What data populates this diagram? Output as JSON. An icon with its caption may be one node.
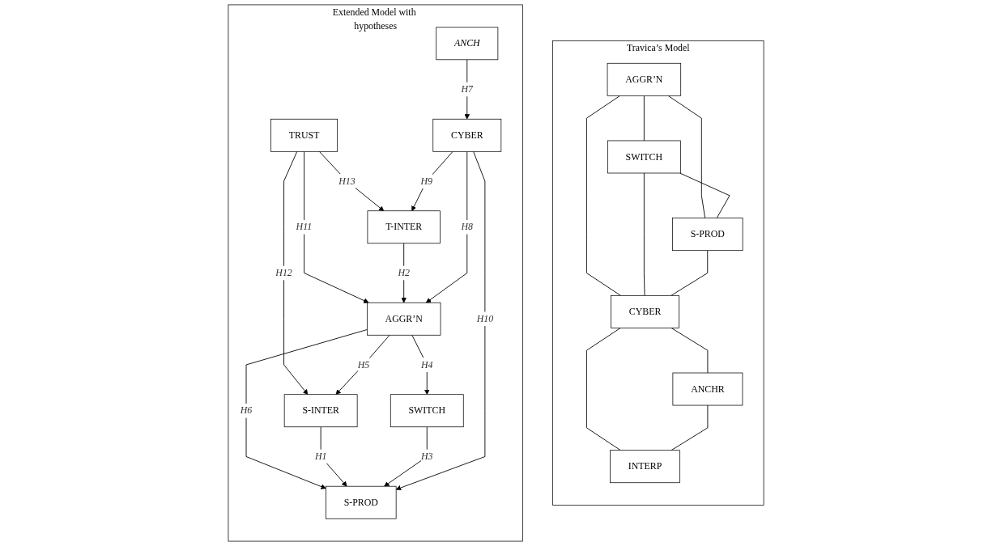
{
  "diagram": {
    "nodes": [
      {
        "text": [
          "Travica’s Model"
        ]
      },
      {
        "text": [
          "AGGR’N"
        ],
        "in": 0
      },
      {
        "text": [
          "SWITCH"
        ],
        "in": 0
      },
      {
        "text": [
          "S-PROD"
        ],
        "in": 0
      },
      {
        "text": [
          "CYBER"
        ],
        "in": 0
      },
      {
        "text": [
          "ANCHR"
        ],
        "in": 0
      },
      {
        "text": [
          "INTERP"
        ],
        "in": 0
      },
      {
        "text": [
          "Extended Model with hypotheses"
        ]
      },
      {
        "text": [
          "TRUST"
        ],
        "in": 7
      },
      {
        "text": [
          "T-INTER"
        ],
        "in": 7
      },
      {
        "text": [
          "AGGR’N"
        ],
        "in": 7
      },
      {
        "text": [
          "S-INTER"
        ],
        "in": 7
      },
      {
        "text": [
          "SWITCH"
        ],
        "in": 7
      },
      {
        "text": [
          "S-PROD"
        ],
        "in": 7
      },
      {
        "text": [
          "CYBER"
        ],
        "in": 7
      },
      {
        "text": [
          "ANCH"
        ],
        "in": 7
      }
    ],
    "edges": [
      {
        "from": 1,
        "to": 2,
        "arrow": "none"
      },
      {
        "from": 1,
        "to": 3,
        "arrow": "none"
      },
      {
        "from": 1,
        "to": 4,
        "arrow": "none"
      },
      {
        "from": 2,
        "to": 3,
        "arrow": "none"
      },
      {
        "from": 2,
        "to": 4,
        "arrow": "none"
      },
      {
        "from": 3,
        "to": 4,
        "arrow": "none"
      },
      {
        "from": 4,
        "to": 5,
        "arrow": "none"
      },
      {
        "from": 4,
        "to": 6,
        "arrow": "none"
      },
      {
        "from": 5,
        "to": 6,
        "arrow": "none"
      },
      {
        "from": 8,
        "to": 9,
        "arrow": "to",
        "label": "H13"
      },
      {
        "from": 8,
        "to": 10,
        "arrow": "to",
        "label": "H11"
      },
      {
        "from": 8,
        "to": 11,
        "arrow": "to",
        "label": "H12"
      },
      {
        "from": 9,
        "to": 10,
        "arrow": "to",
        "label": "H2"
      },
      {
        "from": 10,
        "to": 11,
        "arrow": "to",
        "label": "H5"
      },
      {
        "from": 10,
        "to": 12,
        "arrow": "to",
        "label": "H4"
      },
      {
        "from": 10,
        "to": 13,
        "arrow": "to",
        "label": "H6"
      },
      {
        "from": 11,
        "to": 13,
        "arrow": "to",
        "label": "H1"
      },
      {
        "from": 12,
        "to": 13,
        "arrow": "to",
        "label": "H3"
      },
      {
        "from": 14,
        "to": 10,
        "arrow": "to",
        "label": "H8"
      },
      {
        "from": 14,
        "to": 13,
        "arrow": "to",
        "label": "H10"
      },
      {
        "from": 14,
        "to": 9,
        "arrow": "to",
        "label": "H9"
      },
      {
        "from": 15,
        "to": 14,
        "arrow": "to",
        "label": "H7"
      }
    ]
  }
}
